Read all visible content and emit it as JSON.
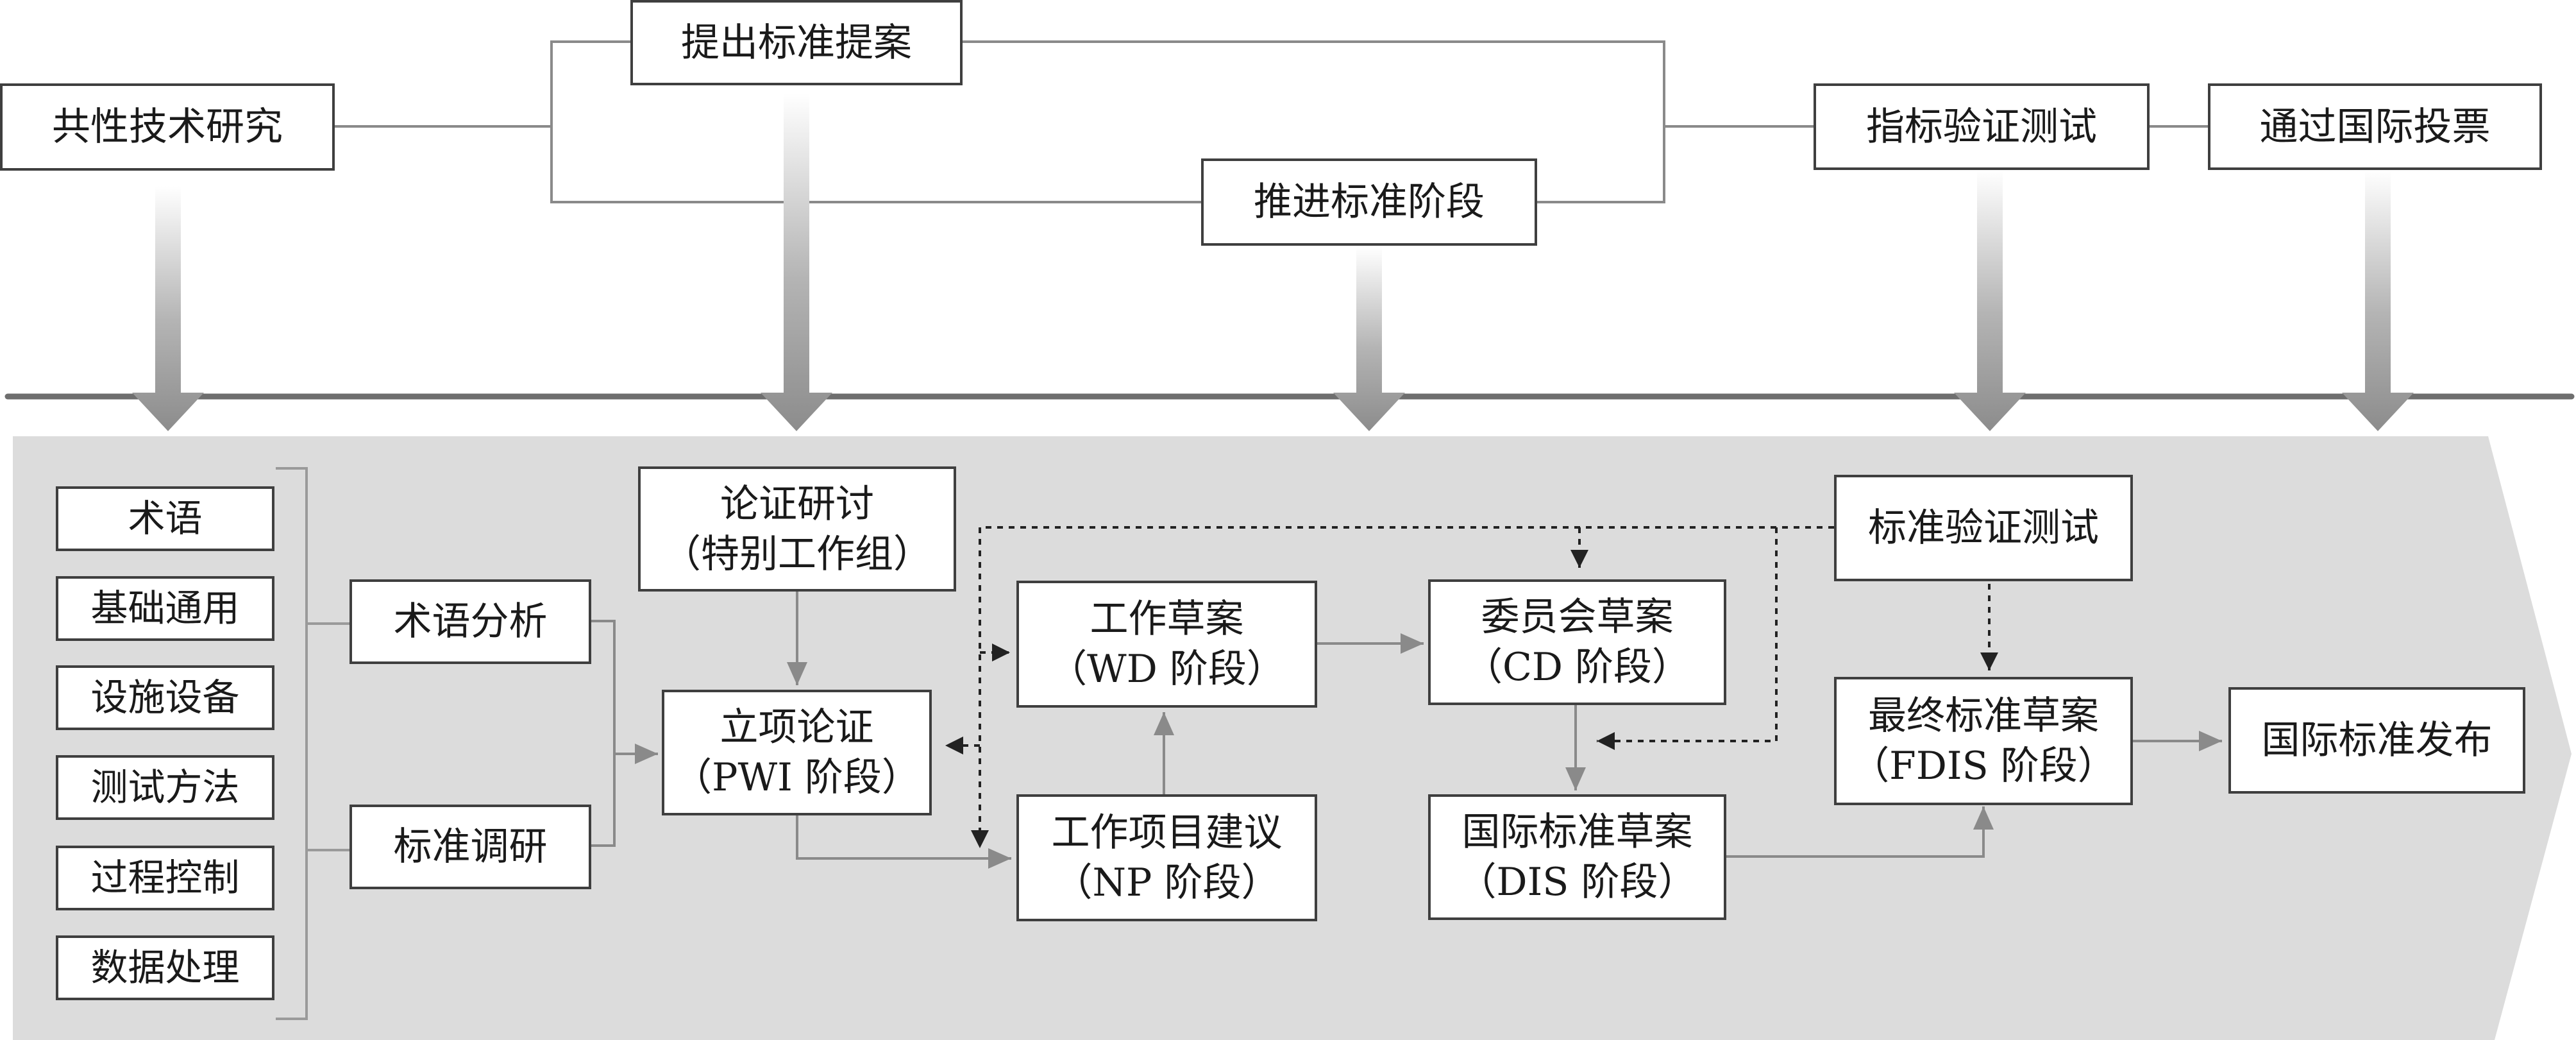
{
  "top": {
    "common_tech": "共性技术研究",
    "propose": "提出标准提案",
    "advance": "推进标准阶段",
    "verify": "指标验证测试",
    "vote": "通过国际投票"
  },
  "left_list": [
    "术语",
    "基础通用",
    "设施设备",
    "测试方法",
    "过程控制",
    "数据处理"
  ],
  "analysis": {
    "terms": "术语分析",
    "survey": "标准调研"
  },
  "workshop": {
    "line1": "论证研讨",
    "line2": "（特别工作组）"
  },
  "pwi": {
    "line1": "立项论证",
    "line2": "（PWI 阶段）"
  },
  "wd": {
    "line1": "工作草案",
    "line2": "（WD 阶段）"
  },
  "np": {
    "line1": "工作项目建议",
    "line2": "（NP 阶段）"
  },
  "cd": {
    "line1": "委员会草案",
    "line2": "（CD 阶段）"
  },
  "dis": {
    "line1": "国际标准草案",
    "line2": "（DIS 阶段）"
  },
  "validation": "标准验证测试",
  "fdis": {
    "line1": "最终标准草案",
    "line2": "（FDIS 阶段）"
  },
  "publish": "国际标准发布",
  "colors": {
    "band": "#dcdcdc",
    "line": "#8a8a8a",
    "border": "#3f3f3f",
    "arrow_dark": "#7a7a7a"
  }
}
